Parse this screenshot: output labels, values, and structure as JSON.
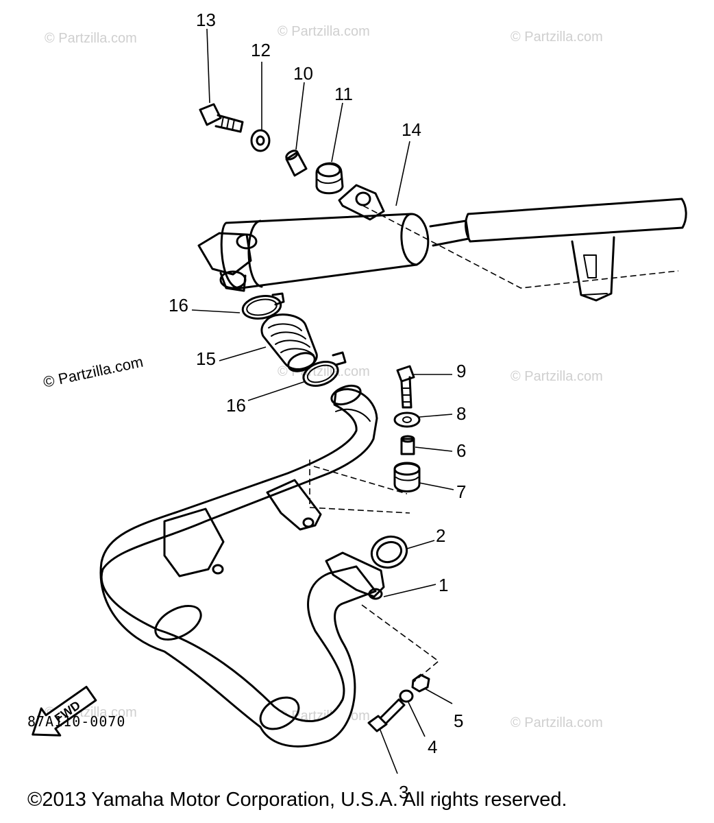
{
  "diagram": {
    "callouts": {
      "c1": "1",
      "c2": "2",
      "c3": "3",
      "c4": "4",
      "c5": "5",
      "c6": "6",
      "c7": "7",
      "c8": "8",
      "c9": "9",
      "c10": "10",
      "c11": "11",
      "c12": "12",
      "c13": "13",
      "c14": "14",
      "c15": "15",
      "c16a": "16",
      "c16b": "16"
    },
    "fwd_label": "FWD",
    "code": "87A110-0070"
  },
  "watermarks": {
    "faint": "© Partzilla.com",
    "dark": "© Partzilla.com"
  },
  "copyright": "©2013 Yamaha Motor Corporation, U.S.A. All rights reserved."
}
